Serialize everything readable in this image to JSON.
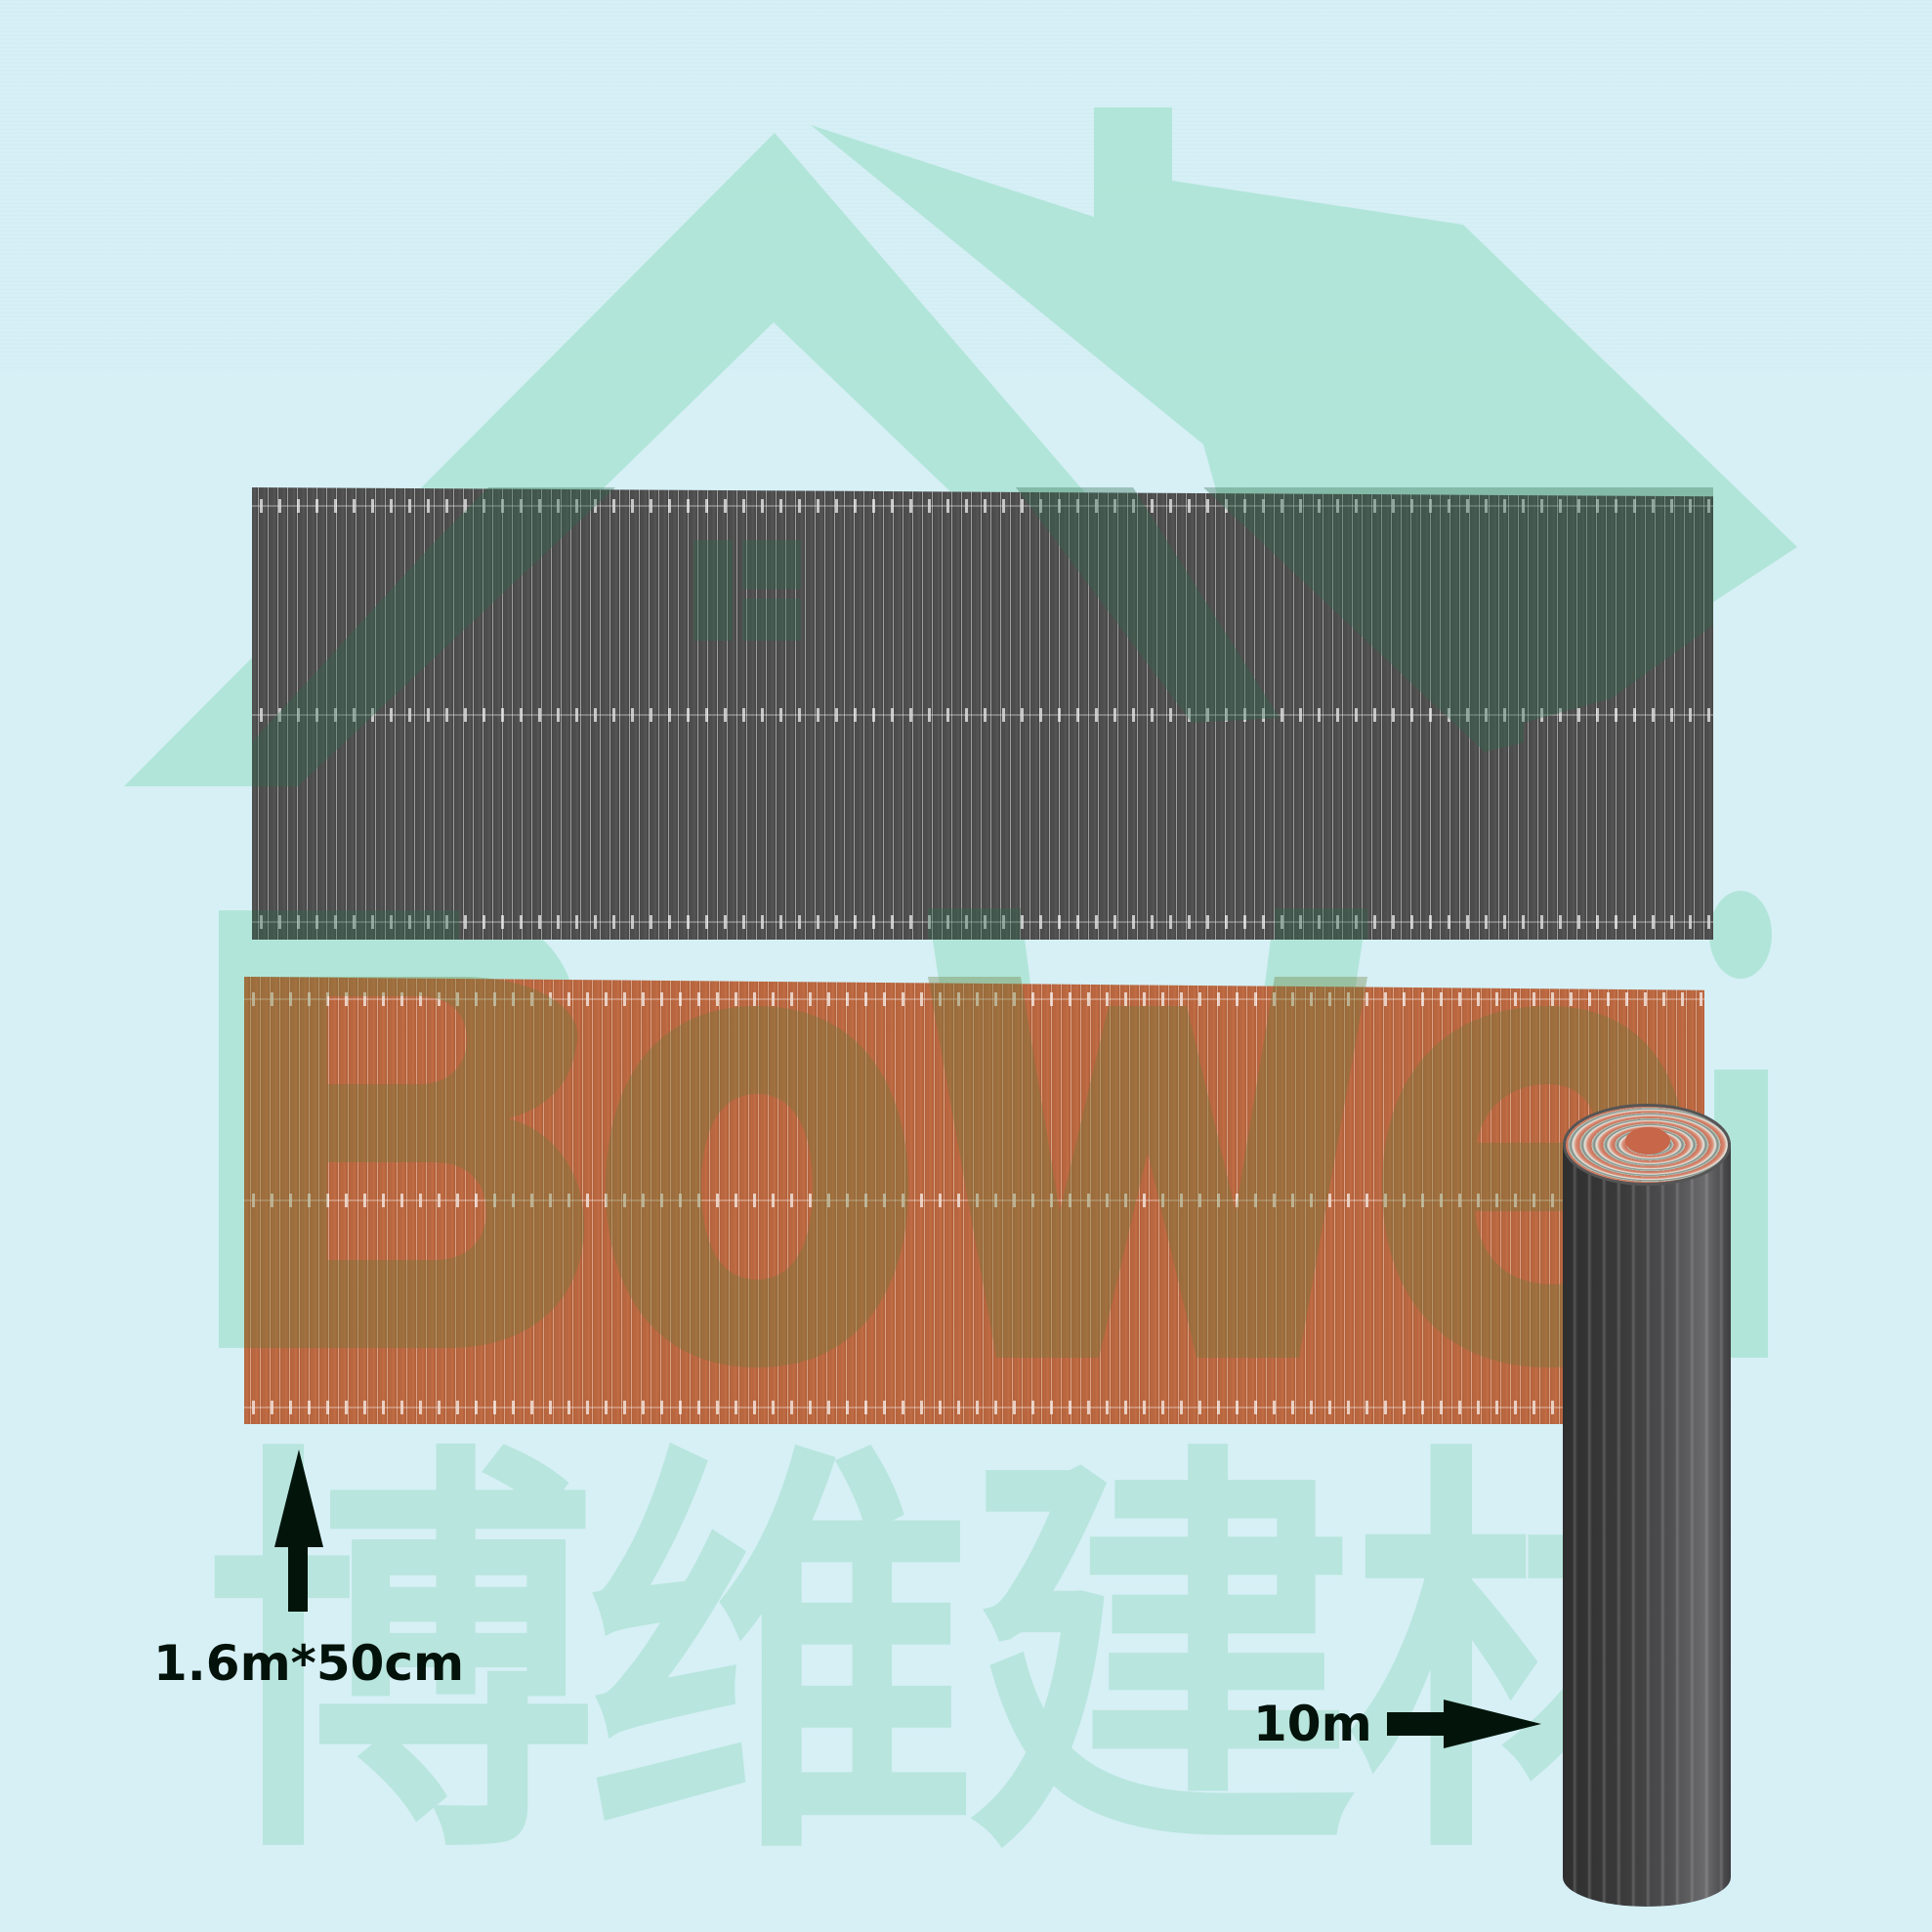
{
  "image": {
    "type": "product-photo",
    "subject": "corrugated PVC privacy screen roll",
    "background_color": "#d6f0f6",
    "watermark_color": "#a9e2d2"
  },
  "watermark": {
    "logo": "house-logo",
    "latin_text": "Bowei",
    "chinese_text": [
      "博",
      "维",
      "建",
      "材"
    ]
  },
  "products": [
    {
      "name": "grey-panel",
      "color": "#4c4c4c"
    },
    {
      "name": "terracotta-panel",
      "color": "#b9663f"
    },
    {
      "name": "rolled-screen",
      "color": "#3a3a3b"
    }
  ],
  "dimensions": {
    "width_label": "1.6m*50cm",
    "length_label": "10m"
  }
}
